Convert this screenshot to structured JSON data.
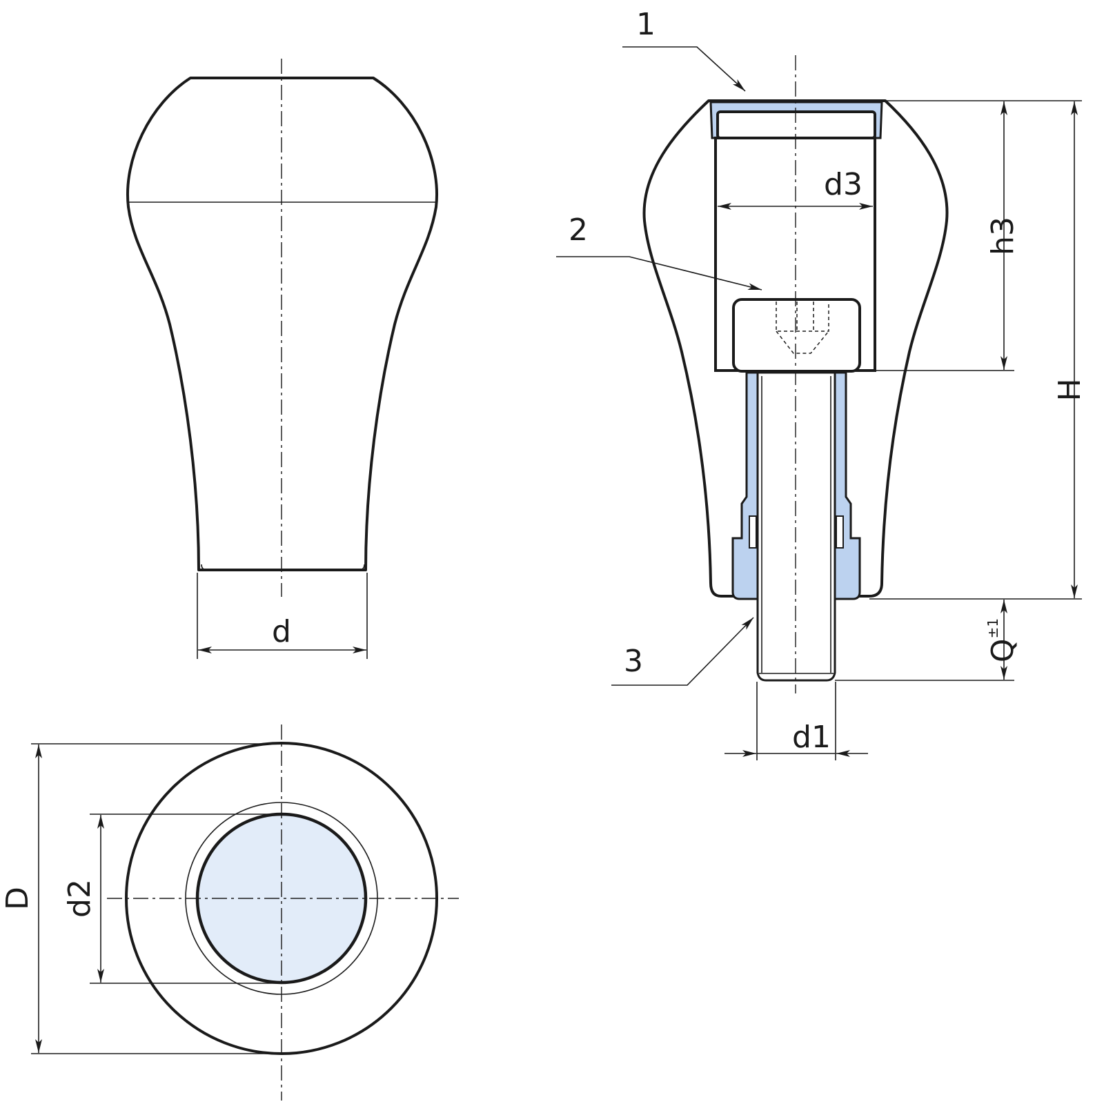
{
  "colors": {
    "fill_light": "#e2ecf9",
    "fill_dark": "#bcd2ef",
    "line": "#1a1a1a"
  },
  "labels": {
    "d": "d",
    "D": "D",
    "d2": "d2",
    "d1": "d1",
    "d3": "d3",
    "h3": "h3",
    "H": "H",
    "Q": "Q",
    "Q_tol": "±1",
    "callout_1": "1",
    "callout_2": "2",
    "callout_3": "3"
  }
}
